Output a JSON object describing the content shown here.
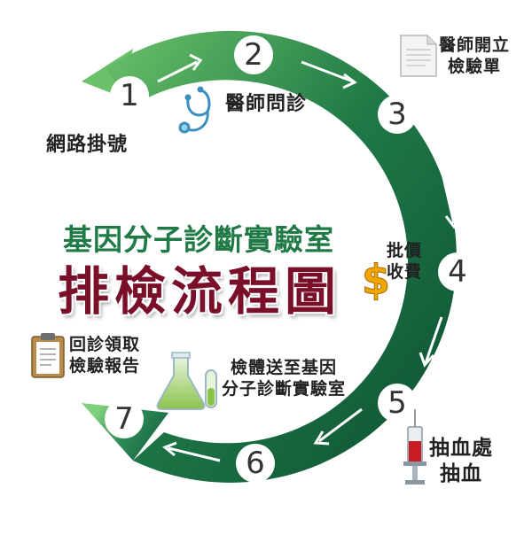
{
  "title": {
    "line1": "基因分子診斷實驗室",
    "line2": "排檢流程圖"
  },
  "steps": [
    {
      "number": "1",
      "label": "網路掛號"
    },
    {
      "number": "2",
      "label": "醫師問診"
    },
    {
      "number": "3",
      "label_lines": [
        "醫師開立",
        "檢驗單"
      ]
    },
    {
      "number": "4",
      "label_lines": [
        "批價",
        "收費"
      ]
    },
    {
      "number": "5",
      "label_lines": [
        "抽血處",
        "抽血"
      ]
    },
    {
      "number": "6",
      "label_lines": [
        "檢體送至基因",
        "分子診斷實驗室"
      ]
    },
    {
      "number": "7",
      "label_lines": [
        "回診領取",
        "檢驗報告"
      ]
    }
  ],
  "icons": {
    "step2": "stethoscope-icon",
    "step3": "document-icon",
    "step4": "dollar-icon",
    "step5": "syringe-icon",
    "step6": "lab-flask-icon",
    "step7": "clipboard-icon"
  },
  "colors": {
    "ring_dark": "#0f5a3a",
    "ring_light": "#5cb85c",
    "title_green": "#1f7a46",
    "title_maroon": "#7a0f2a",
    "dollar": "#f0a500"
  }
}
